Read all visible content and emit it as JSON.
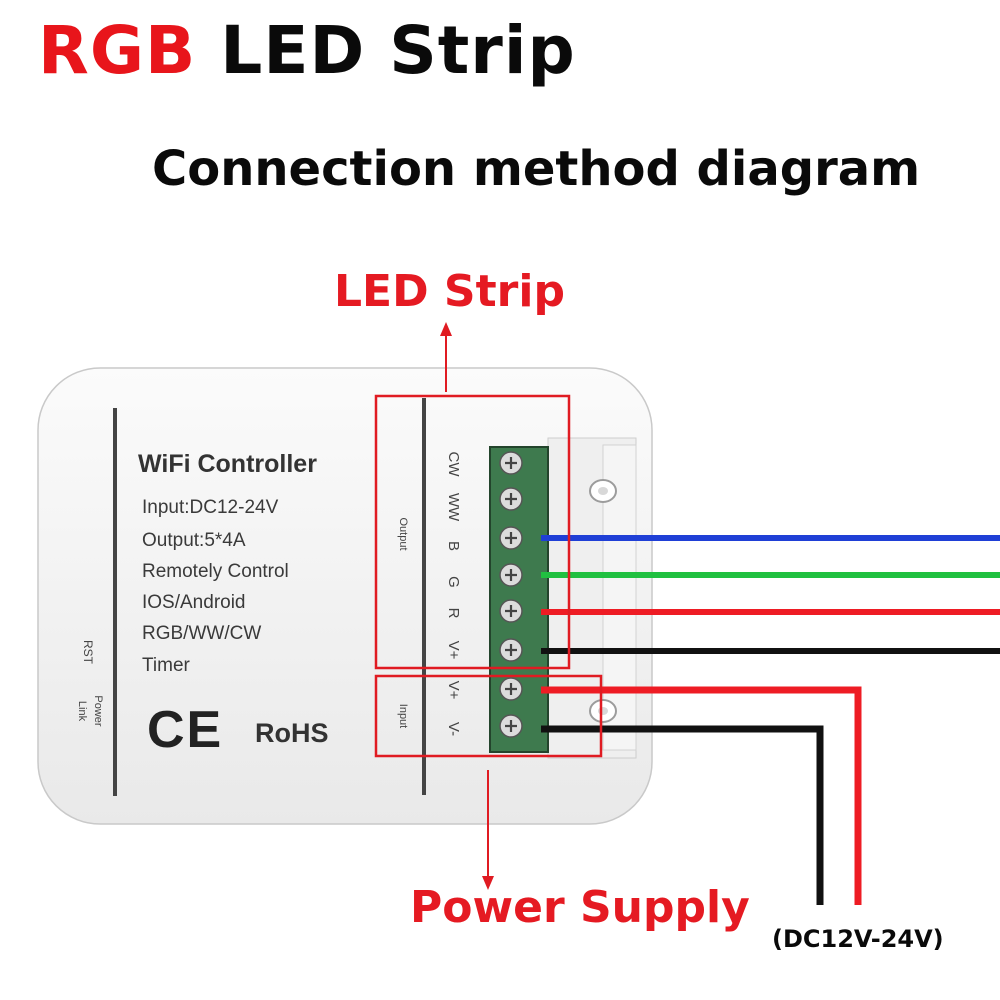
{
  "header": {
    "title_highlight": "RGB",
    "title_rest": "LED Strip",
    "subtitle": "Connection method diagram"
  },
  "callouts": {
    "led_strip": "LED Strip",
    "power_supply": "Power Supply",
    "voltage": "(DC12V-24V)"
  },
  "device": {
    "brand": "WiFi Controller",
    "specs": [
      "Input:DC12-24V",
      "Output:5*4A",
      "Remotely Control",
      "IOS/Android",
      "RGB/WW/CW",
      "Timer"
    ],
    "cert_ce": "CE",
    "cert_rohs": "RoHS",
    "side_labels": {
      "rst": "RST",
      "power": "Power",
      "link": "Link"
    },
    "group_labels": {
      "output": "Output",
      "input": "Input"
    },
    "terminals": [
      "CW",
      "WW",
      "B",
      "G",
      "R",
      "V+",
      "V+",
      "V-"
    ]
  },
  "wires": {
    "output": [
      "#1f3fd6",
      "#20c040",
      "#ee1c24",
      "#111111"
    ],
    "input": [
      "#ee1c24",
      "#111111"
    ]
  }
}
